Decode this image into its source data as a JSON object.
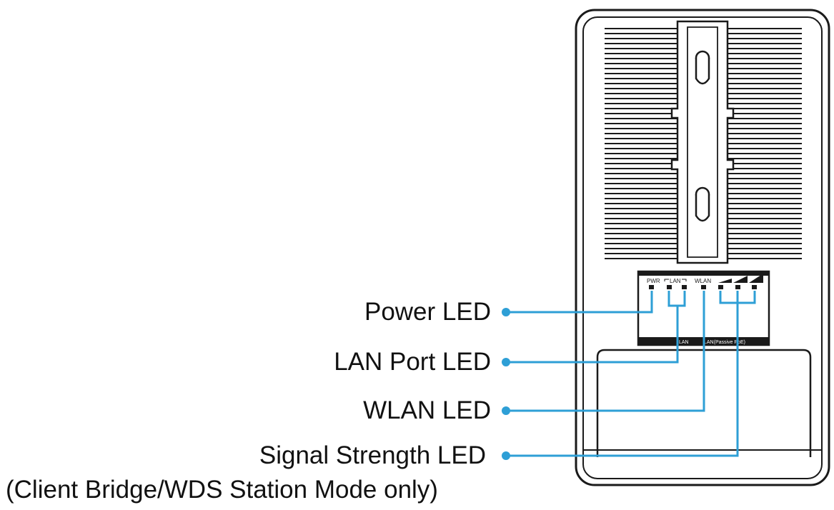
{
  "colors": {
    "outline": "#1a1a1a",
    "leader_line": "#2e9fd6",
    "panel_fill": "#ffffff",
    "led_fill": "#1a1a1a"
  },
  "panel_labels": {
    "pwr": "PWR",
    "lan": "LAN",
    "wlan": "WLAN",
    "bottom_lan": "LAN",
    "bottom_poe": "LAN(Passive PoE)"
  },
  "callouts": {
    "power": "Power LED",
    "lan_port": "LAN Port LED",
    "wlan": "WLAN LED",
    "signal": "Signal Strength LED",
    "signal_note": "(Client Bridge/WDS Station Mode only)"
  }
}
